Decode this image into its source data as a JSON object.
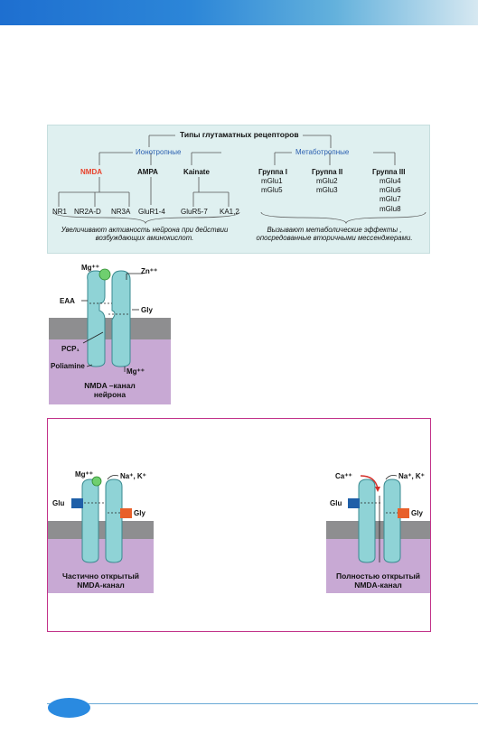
{
  "diagram": {
    "title": "Типы глутаматных рецепторов",
    "ionotropic": "Ионотропные",
    "metabotropic": "Метаботропные",
    "nmda": "NMDA",
    "ampa": "AMPA",
    "kainate": "Kainate",
    "nr_subunits": [
      "NR1",
      "NR2A-D",
      "NR3A"
    ],
    "ampa_subunits": "GluR1-4",
    "kainate_subunits": [
      "GluR5-7",
      "KA1,2"
    ],
    "groups": [
      {
        "name": "Группа I",
        "members": [
          "mGlu1",
          "mGlu5"
        ]
      },
      {
        "name": "Группа II",
        "members": [
          "mGlu2",
          "mGlu3"
        ]
      },
      {
        "name": "Группа III",
        "members": [
          "mGlu4",
          "mGlu6",
          "mGlu7",
          "mGlu8"
        ]
      }
    ],
    "ionotropic_effect": "Увеличивают активность нейрона при действии возбуждающих аминокислот.",
    "metabotropic_effect": "Вызывают метаболические эффекты , опосредованные вторичными мессенджерами."
  },
  "panel_nmda": {
    "mg_top": "Mg⁺⁺",
    "zn": "Zn⁺⁺",
    "eaa": "EAA",
    "gly": "Gly",
    "pcp": "PCP₁",
    "poliamine": "Poliamine",
    "mg_bottom": "Mg⁺⁺",
    "caption_line1": "NMDA –канал",
    "caption_line2": "нейрона"
  },
  "panel_partial": {
    "mg": "Mg⁺⁺",
    "na_k": "Na⁺, K⁺",
    "glu": "Glu",
    "gly": "Gly",
    "caption_line1": "Частично открытый",
    "caption_line2": "NMDA-канал"
  },
  "panel_full": {
    "ca": "Ca⁺⁺",
    "na_k": "Na⁺, K⁺",
    "glu": "Glu",
    "gly": "Gly",
    "caption_line1": "Полностью открытый",
    "caption_line2": "NMDA-канал"
  },
  "colors": {
    "header_blue": "#1e6fd0",
    "diagram_bg": "#dff0f0",
    "nmda_red": "#e8412a",
    "channel_teal": "#8fd3d6",
    "membrane_gray": "#8e8e90",
    "cytoplasm_purple": "#c8a9d4",
    "frame_magenta": "#c2338a",
    "glu_blue": "#1f5fa8",
    "gly_orange": "#e8602a",
    "mg_green": "#6fcf6f"
  }
}
